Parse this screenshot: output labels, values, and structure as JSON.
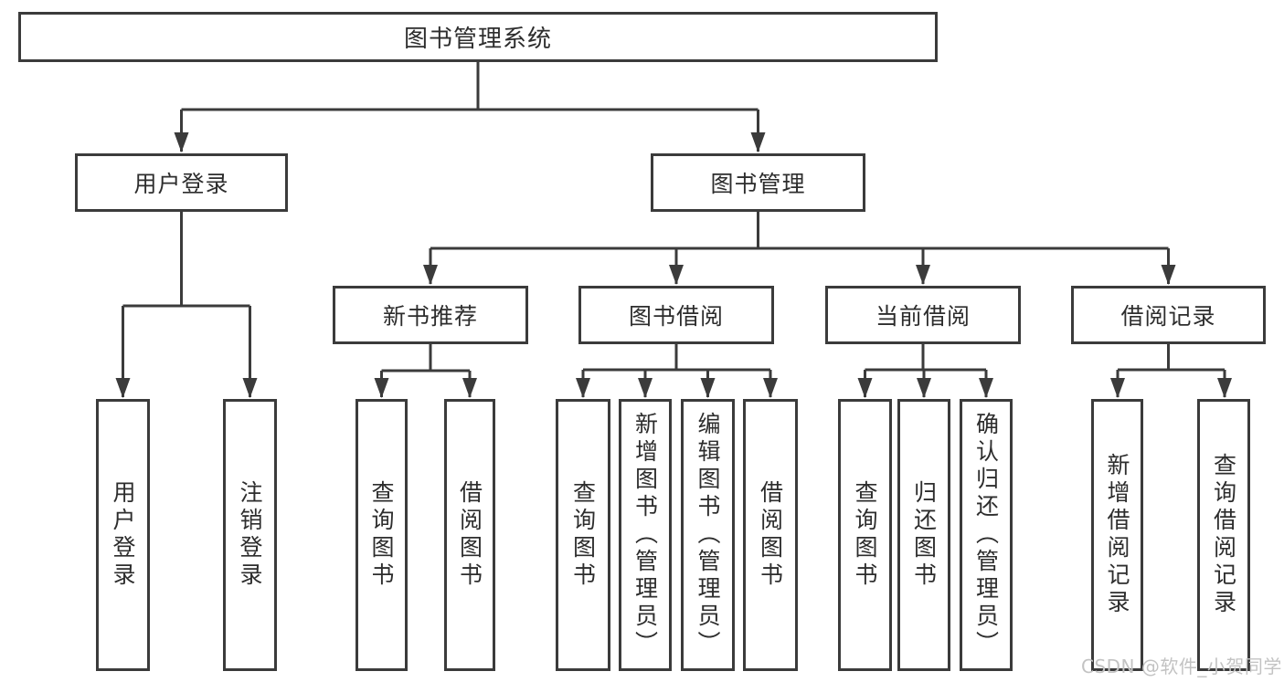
{
  "nodes": {
    "root": {
      "label": "图书管理系统"
    },
    "level2": [
      {
        "label": "用户登录",
        "parent": "图书管理系统"
      },
      {
        "label": "图书管理",
        "parent": "图书管理系统"
      }
    ],
    "level3": [
      {
        "label": "新书推荐",
        "parent": "图书管理"
      },
      {
        "label": "图书借阅",
        "parent": "图书管理"
      },
      {
        "label": "当前借阅",
        "parent": "图书管理"
      },
      {
        "label": "借阅记录",
        "parent": "图书管理"
      }
    ],
    "leaves": [
      {
        "label": "用户登录",
        "parent": "用户登录"
      },
      {
        "label": "注销登录",
        "parent": "用户登录"
      },
      {
        "label": "查询图书",
        "parent": "新书推荐"
      },
      {
        "label": "借阅图书",
        "parent": "新书推荐"
      },
      {
        "label": "查询图书",
        "parent": "图书借阅"
      },
      {
        "label": "新增图书（管理员）",
        "parent": "图书借阅"
      },
      {
        "label": "编辑图书（管理员）",
        "parent": "图书借阅"
      },
      {
        "label": "借阅图书",
        "parent": "图书借阅"
      },
      {
        "label": "查询图书",
        "parent": "当前借阅"
      },
      {
        "label": "归还图书",
        "parent": "当前借阅"
      },
      {
        "label": "确认归还（管理员）",
        "parent": "当前借阅"
      },
      {
        "label": "新增借阅记录",
        "parent": "借阅记录"
      },
      {
        "label": "查询借阅记录",
        "parent": "借阅记录"
      }
    ]
  },
  "watermark": {
    "text": "CSDN @软件_小贺同学"
  },
  "colors": {
    "line": "#3b3b3b",
    "text": "#2d2d2d",
    "background": "#ffffff",
    "watermark": "#c3c3c3"
  }
}
